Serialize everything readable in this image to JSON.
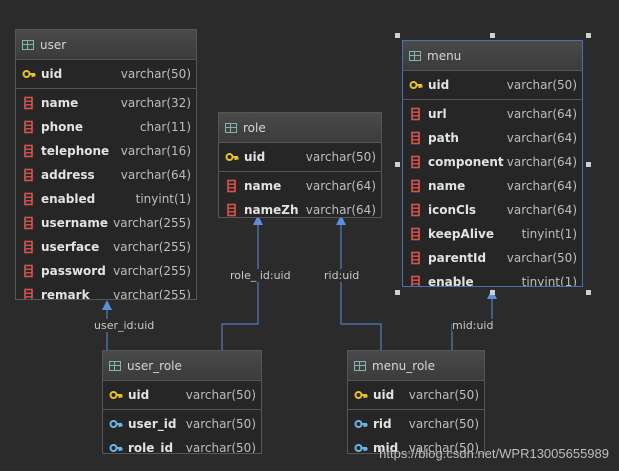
{
  "colors": {
    "background": "#2b2b2b",
    "connector": "#5b8fd9",
    "pk_icon": "#e8c22a",
    "fk_icon": "#69b7ea",
    "col_icon": "#d9534f"
  },
  "tables": {
    "user": {
      "name": "user",
      "pk": [
        {
          "name": "uid",
          "type": "varchar(50)",
          "icon": "primary-key-icon"
        }
      ],
      "cols": [
        {
          "name": "name",
          "type": "varchar(32)",
          "icon": "column-icon"
        },
        {
          "name": "phone",
          "type": "char(11)",
          "icon": "column-icon"
        },
        {
          "name": "telephone",
          "type": "varchar(16)",
          "icon": "column-icon"
        },
        {
          "name": "address",
          "type": "varchar(64)",
          "icon": "column-icon"
        },
        {
          "name": "enabled",
          "type": "tinyint(1)",
          "icon": "column-icon"
        },
        {
          "name": "username",
          "type": "varchar(255)",
          "icon": "column-icon"
        },
        {
          "name": "userface",
          "type": "varchar(255)",
          "icon": "column-icon"
        },
        {
          "name": "password",
          "type": "varchar(255)",
          "icon": "column-icon"
        },
        {
          "name": "remark",
          "type": "varchar(255)",
          "icon": "column-icon"
        }
      ]
    },
    "role": {
      "name": "role",
      "pk": [
        {
          "name": "uid",
          "type": "varchar(50)",
          "icon": "primary-key-icon"
        }
      ],
      "cols": [
        {
          "name": "name",
          "type": "varchar(64)",
          "icon": "column-icon"
        },
        {
          "name": "nameZh",
          "type": "varchar(64)",
          "icon": "column-icon"
        }
      ]
    },
    "menu": {
      "name": "menu",
      "pk": [
        {
          "name": "uid",
          "type": "varchar(50)",
          "icon": "primary-key-icon"
        }
      ],
      "cols": [
        {
          "name": "url",
          "type": "varchar(64)",
          "icon": "column-icon"
        },
        {
          "name": "path",
          "type": "varchar(64)",
          "icon": "column-icon"
        },
        {
          "name": "component",
          "type": "varchar(64)",
          "icon": "column-icon"
        },
        {
          "name": "name",
          "type": "varchar(64)",
          "icon": "column-icon"
        },
        {
          "name": "iconCls",
          "type": "varchar(64)",
          "icon": "column-icon"
        },
        {
          "name": "keepAlive",
          "type": "tinyint(1)",
          "icon": "column-icon"
        },
        {
          "name": "parentId",
          "type": "varchar(50)",
          "icon": "column-icon"
        },
        {
          "name": "enable",
          "type": "tinyint(1)",
          "icon": "column-icon"
        }
      ]
    },
    "user_role": {
      "name": "user_role",
      "pk": [
        {
          "name": "uid",
          "type": "varchar(50)",
          "icon": "primary-key-icon"
        }
      ],
      "cols": [
        {
          "name": "user_id",
          "type": "varchar(50)",
          "icon": "foreign-key-icon"
        },
        {
          "name": "role_id",
          "type": "varchar(50)",
          "icon": "foreign-key-icon"
        }
      ]
    },
    "menu_role": {
      "name": "menu_role",
      "pk": [
        {
          "name": "uid",
          "type": "varchar(50)",
          "icon": "primary-key-icon"
        }
      ],
      "cols": [
        {
          "name": "rid",
          "type": "varchar(50)",
          "icon": "foreign-key-icon"
        },
        {
          "name": "mid",
          "type": "varchar(50)",
          "icon": "foreign-key-icon"
        }
      ]
    }
  },
  "relations": {
    "user_id": "user_id:uid",
    "role_id": "role_ id:uid",
    "rid": "rid:uid",
    "mid": "mid:uid"
  },
  "watermark": "https://blog.csdn.net/WPR13005655989"
}
